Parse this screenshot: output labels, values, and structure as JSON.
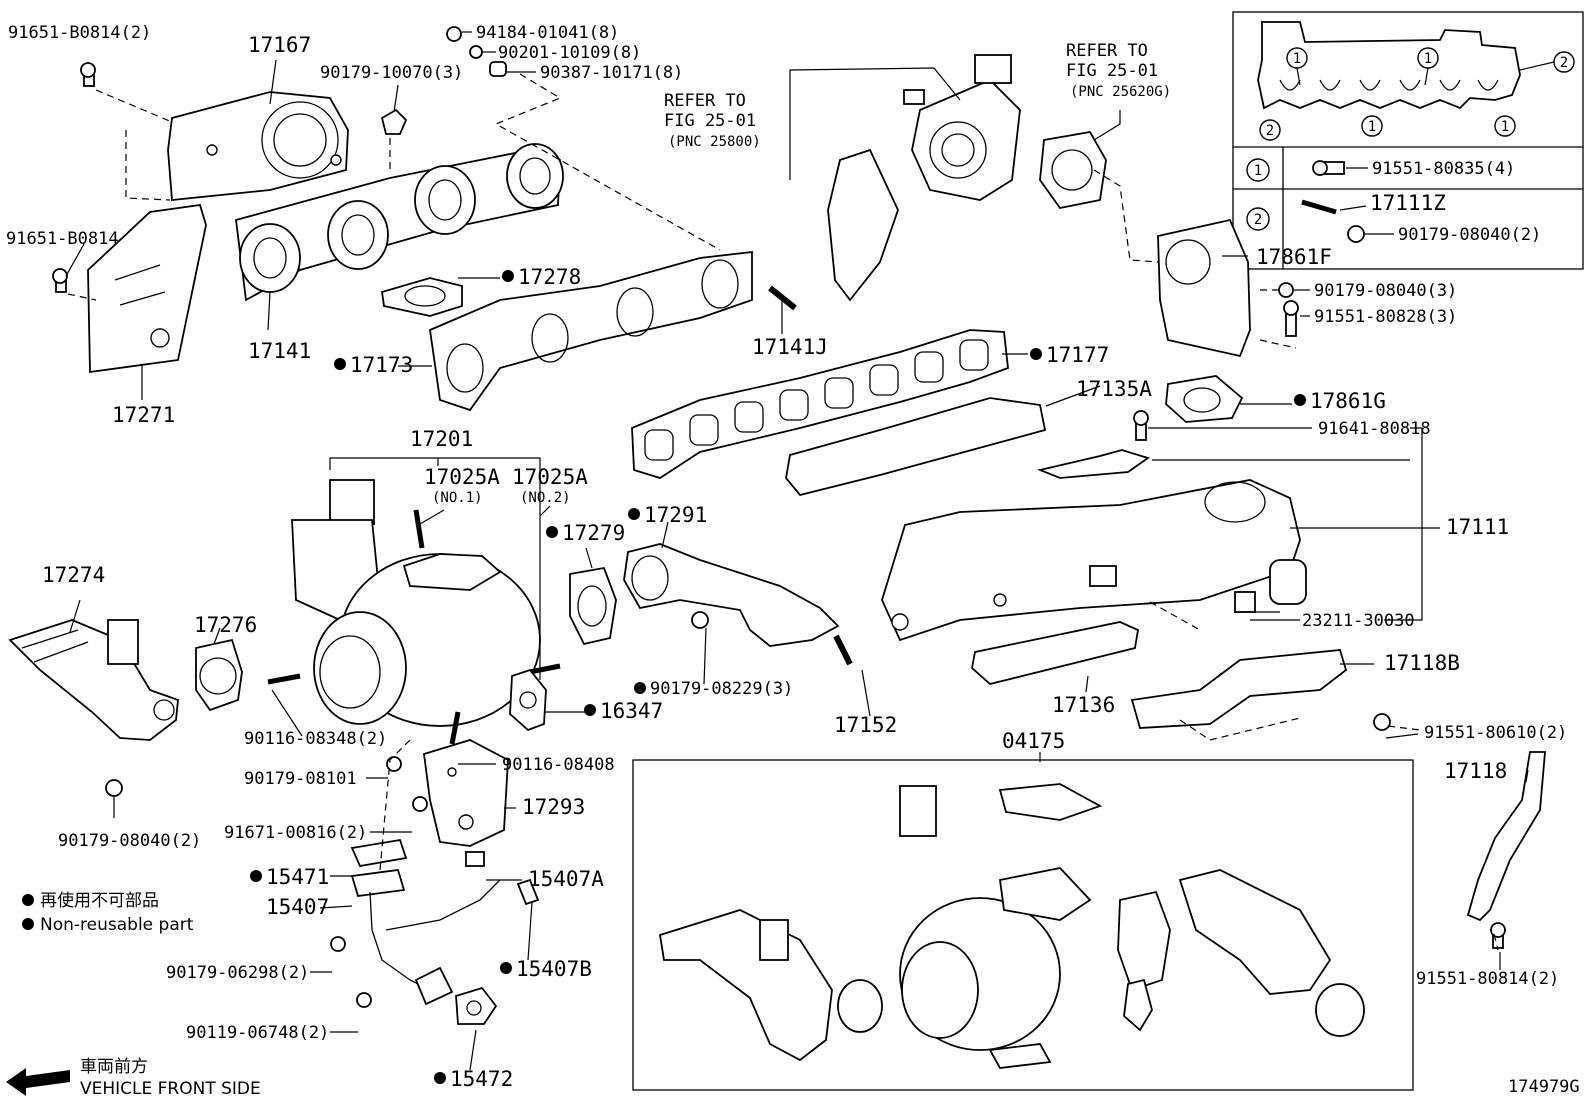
{
  "diagram_code": "174979G",
  "legend": {
    "jp": "再使用不可部品",
    "en": "Non-reusable part"
  },
  "front_side": {
    "jp": "車両前方",
    "en": "VEHICLE FRONT SIDE"
  },
  "refer": {
    "a_line1": "REFER TO",
    "a_line2": "FIG 25-01",
    "a_pnc": "(PNC 25800)",
    "b_line1": "REFER TO",
    "b_line2": "FIG 25-01",
    "b_pnc": "(PNC 25620G)"
  },
  "inset": {
    "n1": "1",
    "n2": "2",
    "row1_part": "91551-80835(4)",
    "row2_part_a": "17111Z",
    "row2_part_b": "90179-08040(2)"
  },
  "labels": {
    "p91651_b0814_2": "91651-B0814(2)",
    "p17167": "17167",
    "p90179_10070": "90179-10070(3)",
    "p94184": "94184-01041(8)",
    "p90201": "90201-10109(8)",
    "p90387": "90387-10171(8)",
    "p91651_b0814": "91651-B0814",
    "p17278": "17278",
    "p17141": "17141",
    "p17173": "17173",
    "p17141j": "17141J",
    "p17271": "17271",
    "p17177": "17177",
    "p17861f": "17861F",
    "p90179_08040_3": "90179-08040(3)",
    "p91551_80828": "91551-80828(3)",
    "p17861g": "17861G",
    "p17135a": "17135A",
    "p91641": "91641-80818",
    "p17201": "17201",
    "p17025a_1": "17025A",
    "p17025a_1_no": "(NO.1)",
    "p17025a_2": "17025A",
    "p17025a_2_no": "(NO.2)",
    "p17111": "17111",
    "p17274": "17274",
    "p17279": "17279",
    "p17291": "17291",
    "p17276": "17276",
    "p23211": "23211-30030",
    "p17118b": "17118B",
    "p16347": "16347",
    "p90179_08229": "90179-08229(3)",
    "p90116_08348": "90116-08348(2)",
    "p17152": "17152",
    "p17136": "17136",
    "p91551_80610": "91551-80610(2)",
    "p04175": "04175",
    "p90116_08408": "90116-08408",
    "p90179_08101": "90179-08101",
    "p17118": "17118",
    "p17293": "17293",
    "p90179_08040_2": "90179-08040(2)",
    "p91671": "91671-00816(2)",
    "p15471": "15471",
    "p15407a": "15407A",
    "p15407": "15407",
    "p90179_06298": "90179-06298(2)",
    "p15407b": "15407B",
    "p90119": "90119-06748(2)",
    "p91551_80814": "91551-80814(2)",
    "p15472": "15472"
  }
}
